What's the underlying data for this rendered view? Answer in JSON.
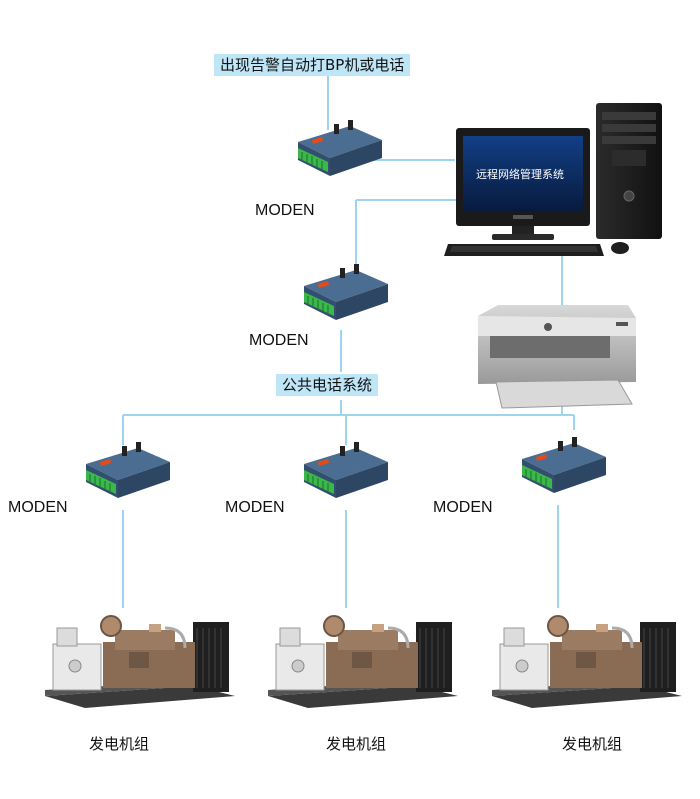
{
  "labels": {
    "alarm": "出现告警自动打BP机或电话",
    "phone_system": "公共电话系统",
    "screen": "远程网络管理系统",
    "moden_1": "MODEN",
    "moden_2": "MODEN",
    "moden_3": "MODEN",
    "moden_4": "MODEN",
    "moden_5": "MODEN",
    "generator_1": "发电机组",
    "generator_2": "发电机组",
    "generator_3": "发电机组"
  },
  "colors": {
    "line": "#9dd4f0",
    "label_bg": "#bfe6f7",
    "modem_body": "#3f5f82",
    "terminal": "#3bb84a",
    "monitor": "#1a1a1a",
    "screen": "#0b2f6e"
  }
}
